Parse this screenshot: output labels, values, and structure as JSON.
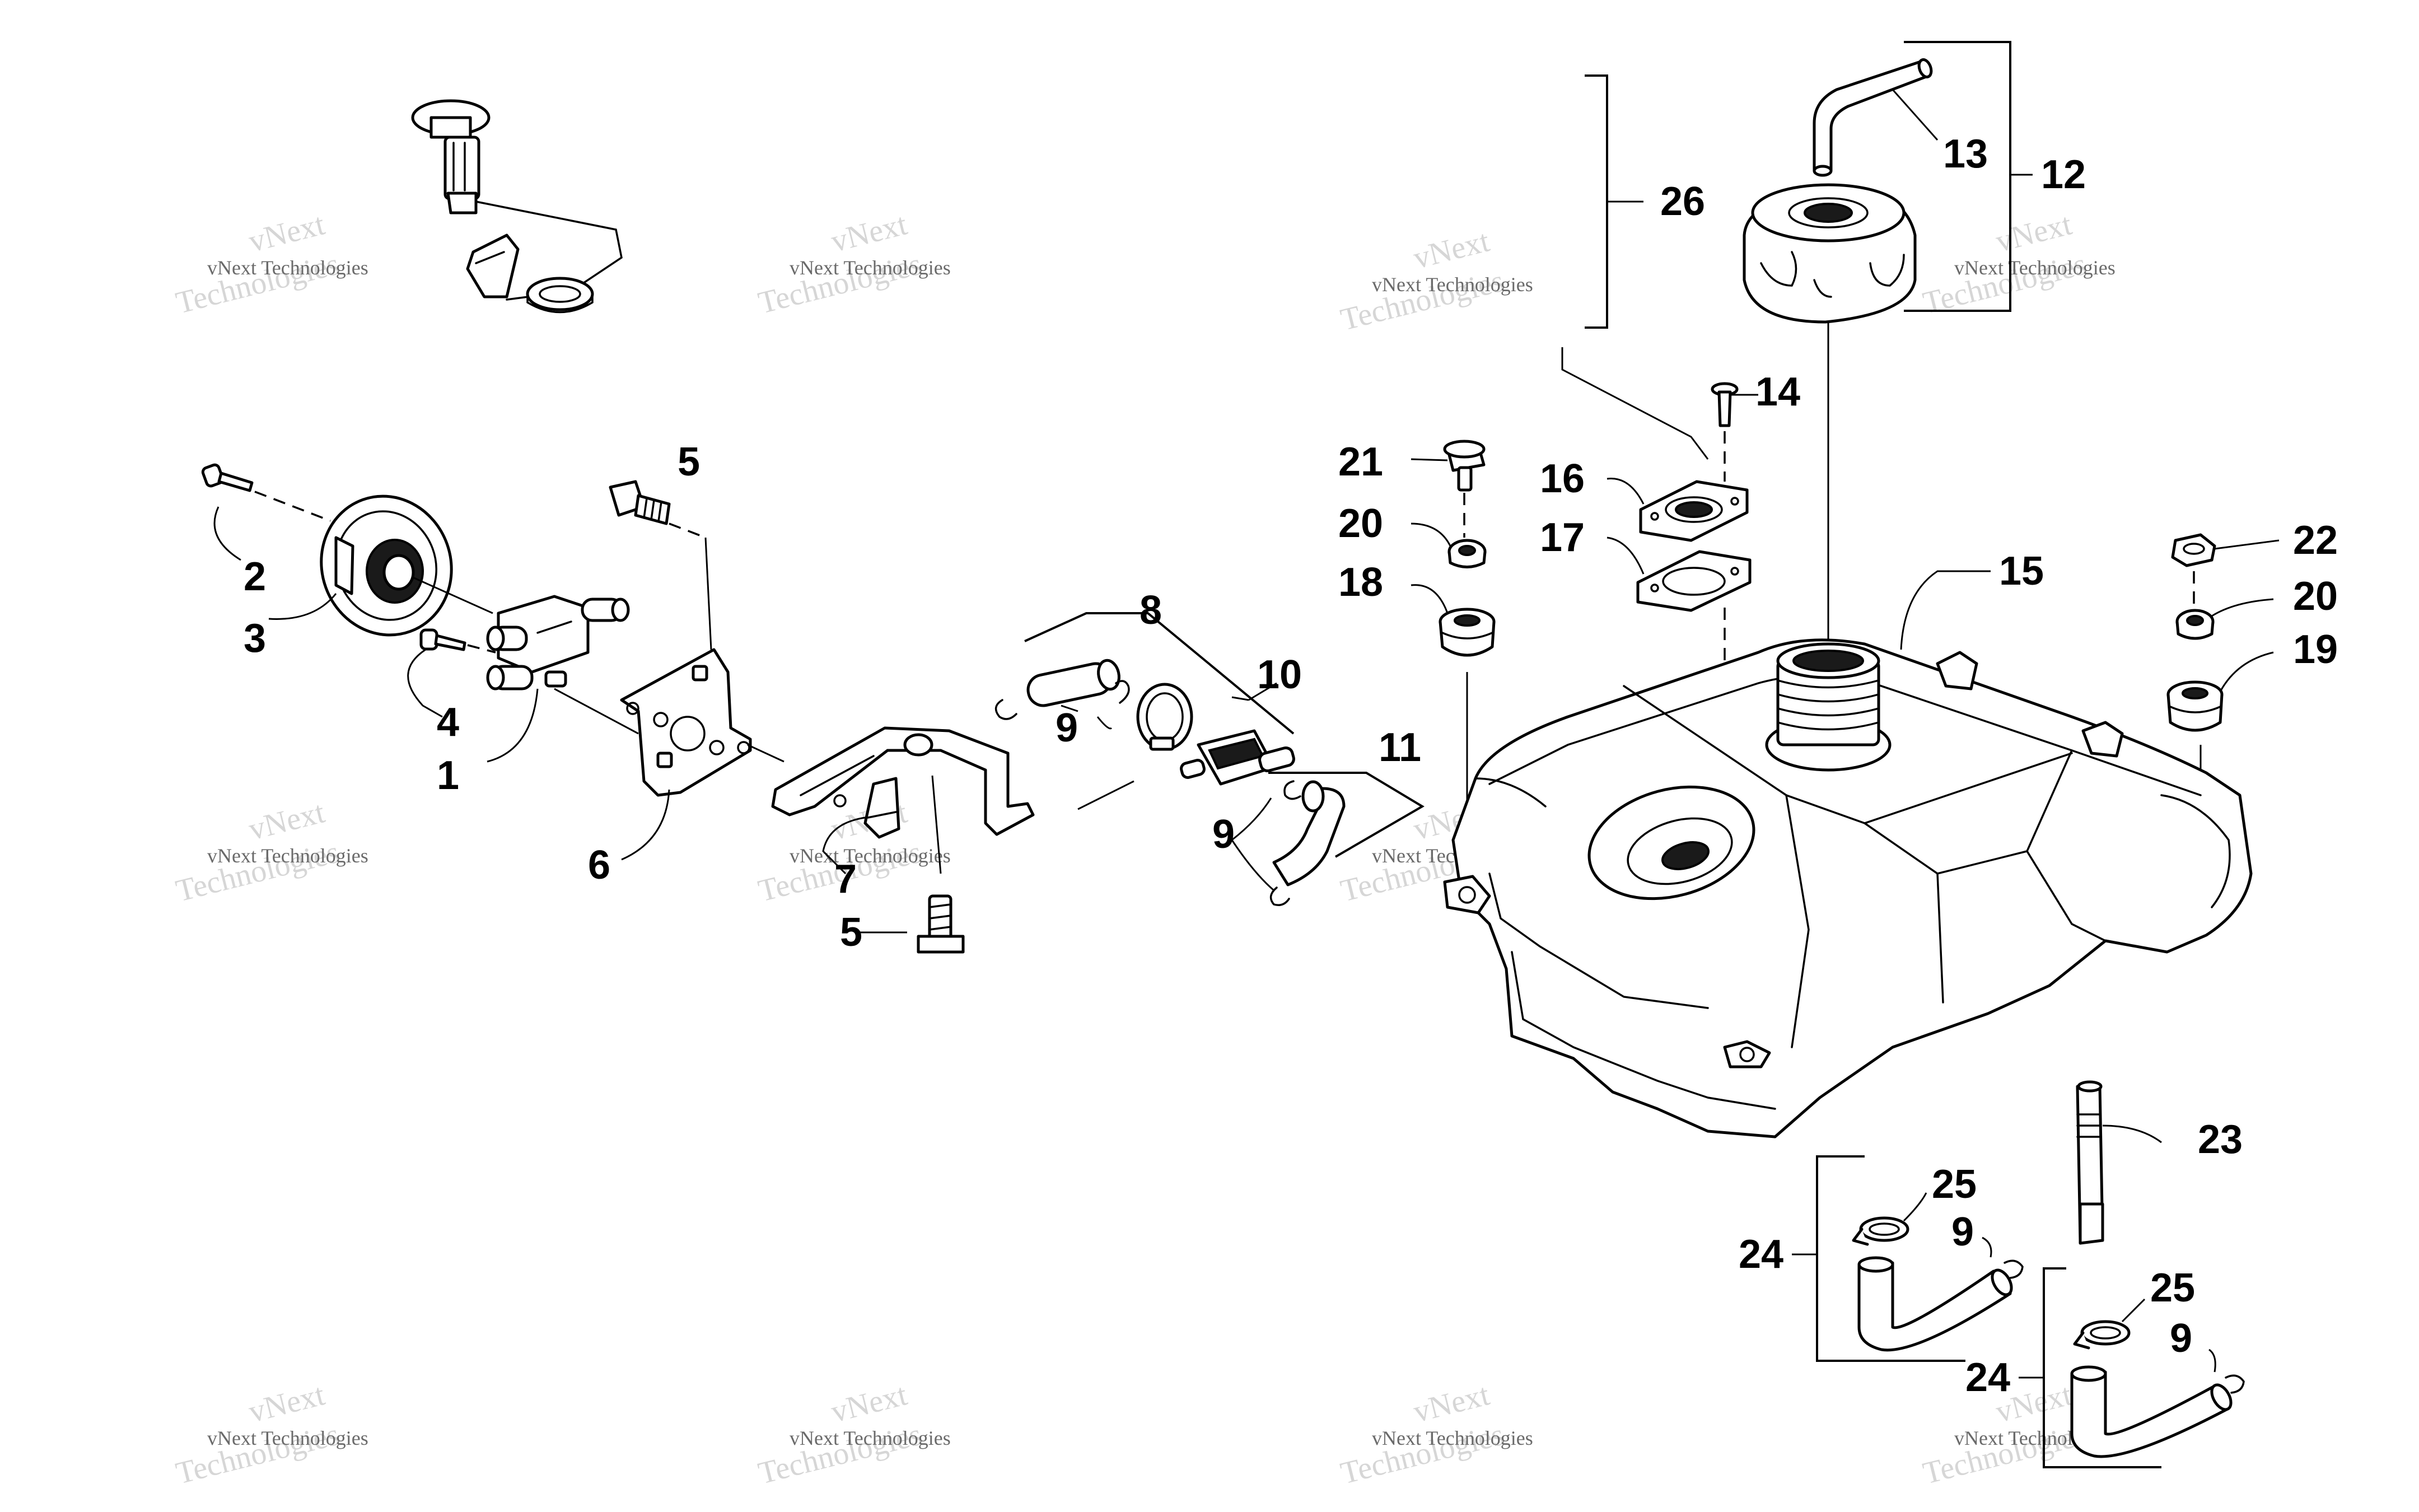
{
  "watermark": {
    "line1": "vNext Technologies",
    "overlay_top": "vNext",
    "overlay_bottom": "Technologies"
  },
  "callouts": {
    "c1": "1",
    "c2": "2",
    "c3": "3",
    "c4": "4",
    "c5a": "5",
    "c5b": "5",
    "c6": "6",
    "c7": "7",
    "c8": "8",
    "c9a": "9",
    "c9b": "9",
    "c9c": "9",
    "c9d": "9",
    "c10": "10",
    "c11": "11",
    "c12": "12",
    "c13": "13",
    "c14": "14",
    "c15": "15",
    "c16": "16",
    "c17": "17",
    "c18": "18",
    "c19": "19",
    "c20a": "20",
    "c20b": "20",
    "c21": "21",
    "c22": "22",
    "c23": "23",
    "c24a": "24",
    "c24b": "24",
    "c25a": "25",
    "c25b": "25",
    "c26": "26"
  }
}
